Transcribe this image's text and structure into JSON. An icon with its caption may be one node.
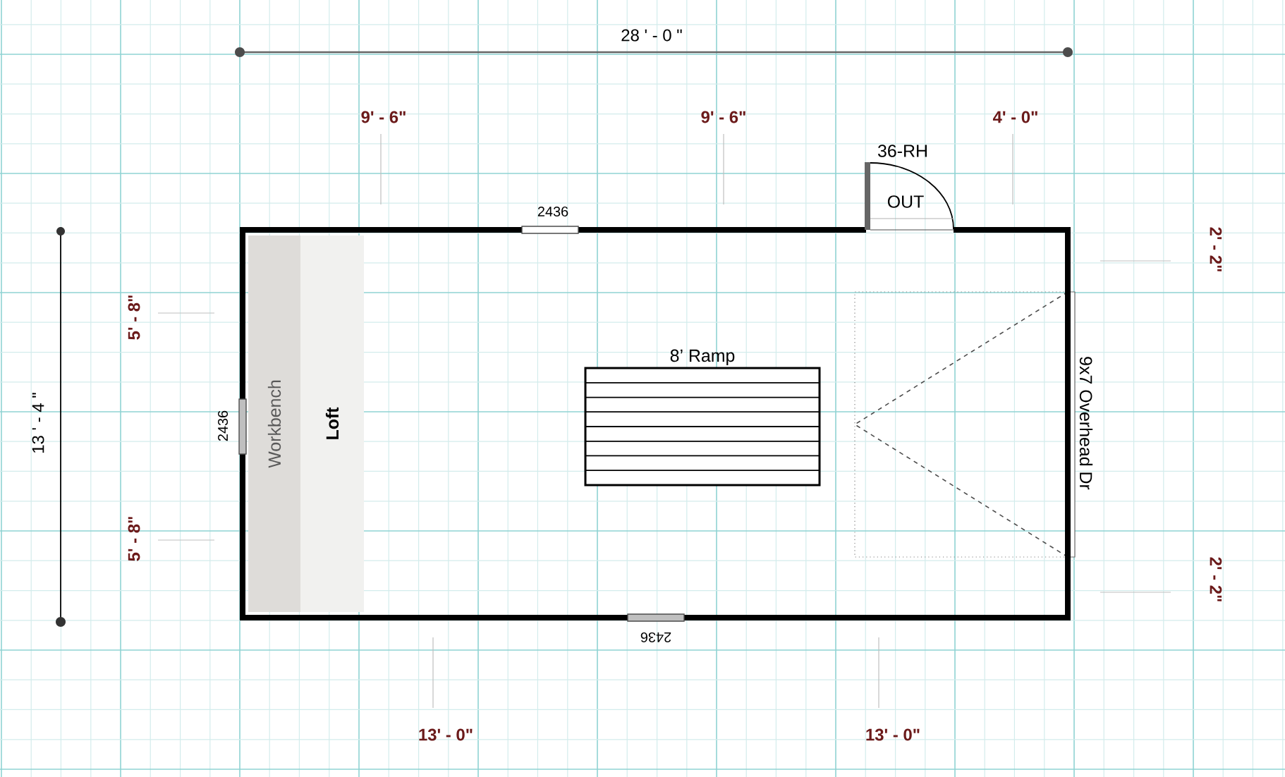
{
  "diagram": {
    "nodes": [
      {
        "text": [
          "Workbench"
        ]
      },
      {
        "text": [
          "Loft"
        ]
      },
      {
        "text": [
          "8’ Ramp"
        ]
      }
    ],
    "labels": [
      "28 ' - 0 \"",
      "9' - 6\"",
      "9' - 6\"",
      "4' - 0\"",
      "36-RH",
      "OUT",
      "2436",
      "2' - 2\"",
      "5' - 8\"",
      "9x7 Overhead Dr",
      "13 ' - 4 \"",
      "2436",
      "5' - 8\"",
      "2' - 2\"",
      "2436",
      "13' - 0\"",
      "13' - 0\""
    ]
  }
}
